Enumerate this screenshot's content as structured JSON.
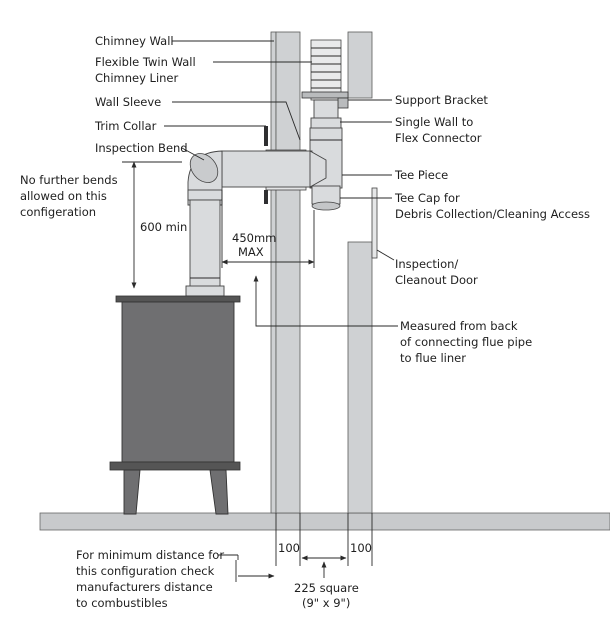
{
  "labels": {
    "chimney_wall": "Chimney Wall",
    "flex_liner_1": "Flexible Twin Wall",
    "flex_liner_2": "Chimney Liner",
    "wall_sleeve": "Wall Sleeve",
    "trim_collar": "Trim Collar",
    "inspection_bend": "Inspection Bend",
    "no_further_1": "No further bends",
    "no_further_2": "allowed on this",
    "no_further_3": "configeration",
    "support_bracket": "Support Bracket",
    "single_wall_1": "Single Wall to",
    "single_wall_2": "Flex Connector",
    "tee_piece": "Tee Piece",
    "tee_cap_1": "Tee Cap for",
    "tee_cap_2": "Debris Collection/Cleaning Access",
    "inspection_door_1": "Inspection/",
    "inspection_door_2": "Cleanout Door",
    "measured_1": "Measured from back",
    "measured_2": "of connecting flue pipe",
    "measured_3": "to flue liner",
    "min_height": "600 min",
    "max_dist_1": "450mm",
    "max_dist_2": "MAX",
    "min_dist_1": "For minimum distance for",
    "min_dist_2": "this configuration check",
    "min_dist_3": "manufacturers distance",
    "min_dist_4": "to combustibles",
    "wall_100_left": "100",
    "wall_100_right": "100",
    "square_1": "225 square",
    "square_2": "(9\" x 9\")"
  },
  "colors": {
    "wall": "#cfd1d3",
    "pipe": "#d9dbdd",
    "stove": "#6f6f71",
    "floor": "#c8cacc"
  }
}
